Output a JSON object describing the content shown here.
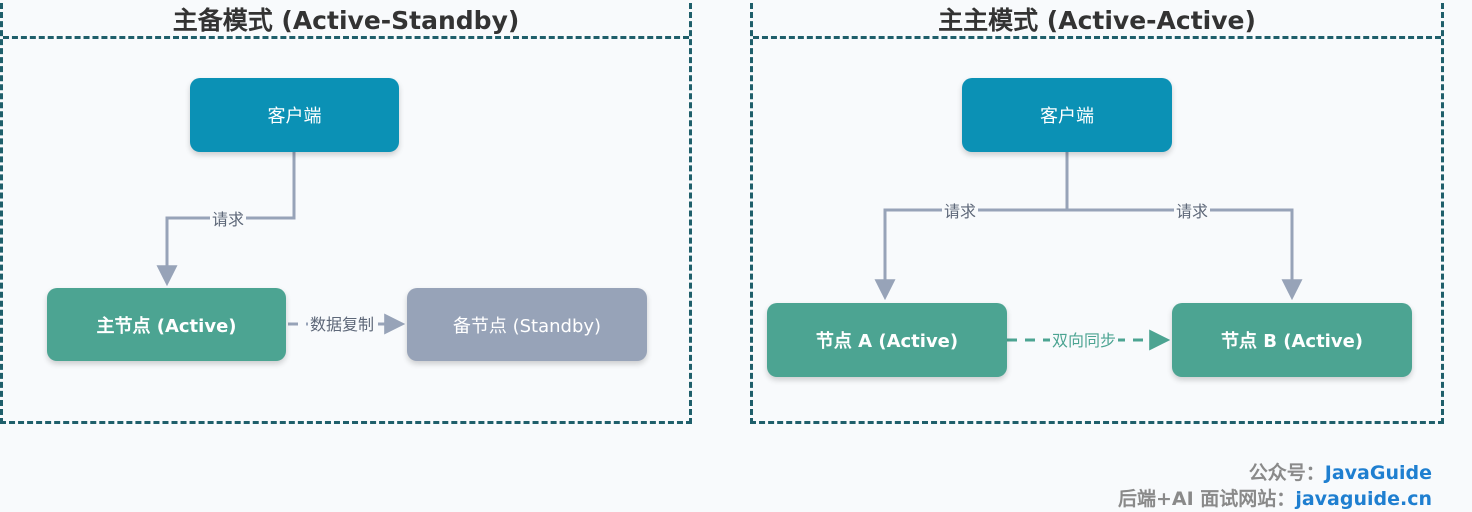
{
  "panels": {
    "left": {
      "title": "主备模式 (Active-Standby)",
      "client": "客户端",
      "primary": "主节点 (Active)",
      "standby": "备节点 (Standby)",
      "request_label": "请求",
      "replication_label": "数据复制"
    },
    "right": {
      "title": "主主模式 (Active-Active)",
      "client": "客户端",
      "node_a": "节点 A (Active)",
      "node_b": "节点 B (Active)",
      "request_label_a": "请求",
      "request_label_b": "请求",
      "sync_label": "双向同步"
    }
  },
  "footer": {
    "line1_prefix": "公众号：",
    "line1_link": "JavaGuide",
    "line2_prefix": "后端+AI 面试网站：",
    "line2_link": "javaguide.cn"
  },
  "colors": {
    "client": "#0b91b5",
    "active": "#4ca492",
    "standby": "#97a3b8",
    "edge": "#97a3b8",
    "panel_border": "#1f5f6b"
  }
}
